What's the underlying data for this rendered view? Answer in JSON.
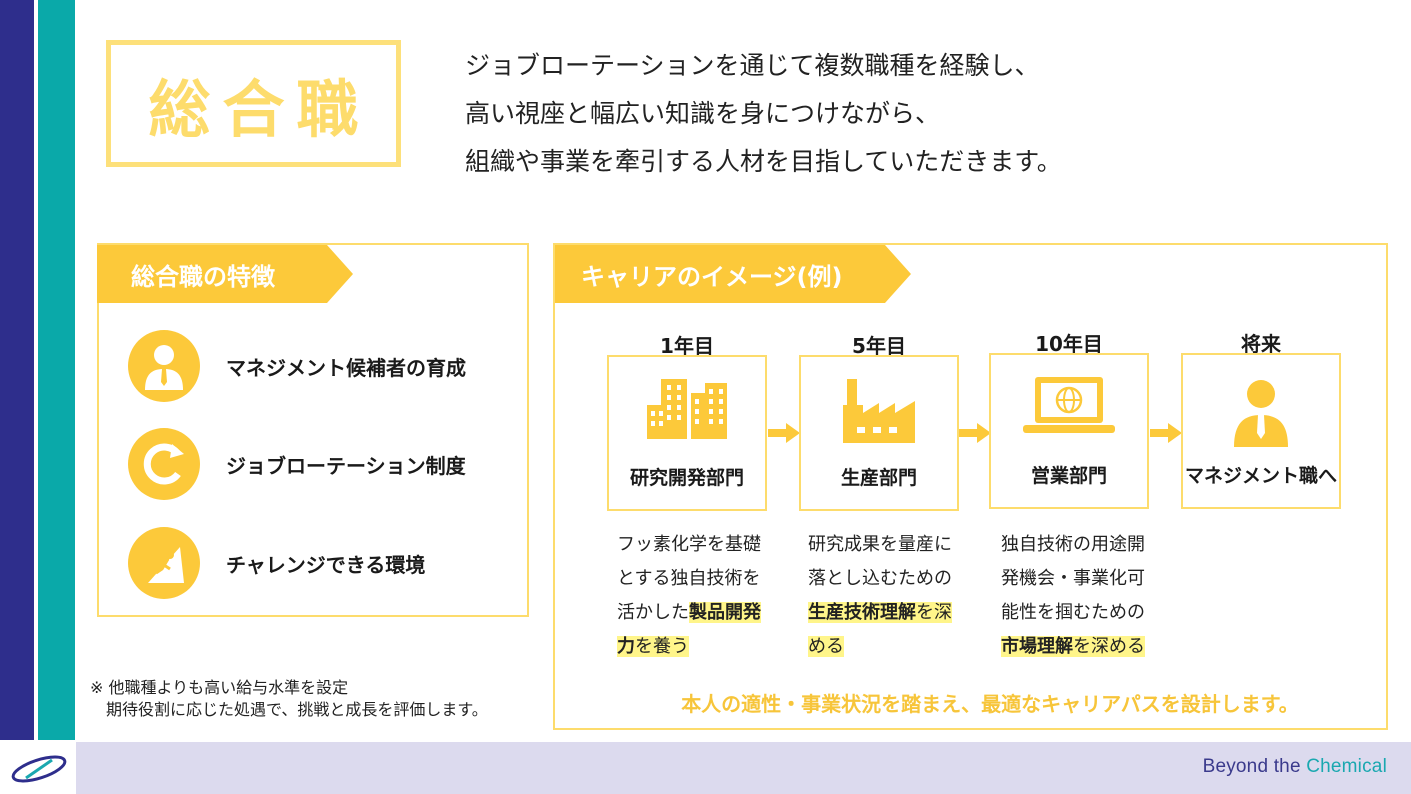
{
  "title": "総合職",
  "intro": [
    "ジョブローテーションを通じて複数職種を経験し、",
    "高い視座と幅広い知識を身につけながら、",
    "組織や事業を牽引する人材を目指していただきます。"
  ],
  "features": {
    "heading": "総合職の特徴",
    "items": [
      {
        "label": "マネジメント候補者の育成",
        "icon": "manager-icon"
      },
      {
        "label": "ジョブローテーション制度",
        "icon": "rotation-icon"
      },
      {
        "label": "チャレンジできる環境",
        "icon": "climbing-icon"
      }
    ]
  },
  "note": [
    "※ 他職種よりも高い給与水準を設定",
    "　期待役割に応じた処遇で、挑戦と成長を評価します。"
  ],
  "career": {
    "heading": "キャリアのイメージ(例)",
    "stages": [
      {
        "year": "1年目",
        "label": "研究開発部門",
        "icon": "buildings-icon"
      },
      {
        "year": "5年目",
        "label": "生産部門",
        "icon": "factory-icon"
      },
      {
        "year": "10年目",
        "label": "営業部門",
        "icon": "laptop-globe-icon"
      },
      {
        "year": "将来",
        "label": "マネジメント職へ",
        "icon": "manager-icon"
      }
    ],
    "descriptions": [
      {
        "l1": "フッ素化学を基礎",
        "l2": "とする独自技術を",
        "l3a": "活かした",
        "l3b": "製品開発",
        "l4a": "力",
        "l4b": "を養う"
      },
      {
        "l1": "研究成果を量産に",
        "l2": "落とし込むための",
        "l3a": "生産技術理解",
        "l3b": "を深",
        "l4": "める"
      },
      {
        "l1": "独自技術の用途開",
        "l2": "発機会・事業化可",
        "l3": "能性を掴むための",
        "l4a": "市場理解",
        "l4b": "を深める"
      }
    ],
    "footer": "本人の適性・事業状況を踏まえ、最適なキャリアパスを設計します。"
  },
  "brand": {
    "part1": "Beyond the ",
    "part2": "Chemical"
  },
  "colors": {
    "accent": "#fcc93a",
    "navy": "#2e2e8c",
    "teal": "#0aa9a9",
    "footer": "#dcdaee"
  }
}
